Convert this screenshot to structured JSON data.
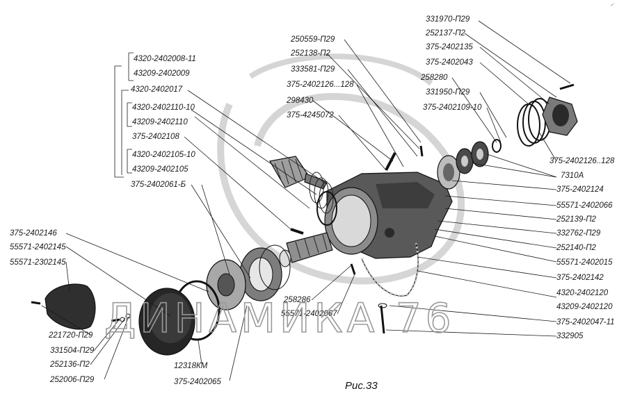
{
  "caption": "Рис.33",
  "watermark": "ДИНАМИКА 76",
  "corner_mark": "ᐟ˙",
  "labels": {
    "l_331970": "331970-П29",
    "l_252137": "252137-П2",
    "l_2402135": "375-2402135",
    "l_2402043": "375-2402043",
    "l_258280": "258280",
    "l_331950": "331950-П29",
    "l_2402109": "375-2402109-10",
    "l_250559": "250559-П29",
    "l_252138": "252138-П2",
    "l_333581": "333581-П29",
    "l_2402126_128": "375-2402126...128",
    "l_298430": "298430",
    "l_4245072": "375-4245072",
    "l_4320_2402008": "4320-2402008-11",
    "l_43209_2402009": "43209-2402009",
    "l_4320_2402017": "4320-2402017",
    "l_4320_2402110": "4320-2402110-10",
    "l_43209_2402110": "43209-2402110",
    "l_2402108": "375-2402108",
    "l_4320_2402105": "4320-2402105-10",
    "l_43209_2402105": "43209-2402105",
    "l_2402061": "375-2402061-Б",
    "r_2402126_128": "375-2402126..128",
    "r_7310A": "7310А",
    "r_2402124": "375-2402124",
    "r_55571_2402066": "55571-2402066",
    "r_252139": "252139-П2",
    "r_332762": "332762-П29",
    "r_252140": "252140-П2",
    "r_55571_2402015": "55571-2402015",
    "r_2402142": "375-2402142",
    "r_4320_2402120": "4320-2402120",
    "r_43209_2402120": "43209-2402120",
    "r_2402047": "375-2402047-11",
    "r_332905": "332905",
    "m_258286": "258286",
    "m_55571_2402067": "55571-2402067",
    "a_2402146": "375-2402146",
    "a_55571_2402145": "55571-2402145",
    "a_55571_2302145": "55571-2302145",
    "b_221720": "221720-П29",
    "b_331504": "331504-П29",
    "b_252136": "252136-П2",
    "b_252006": "252006-П29",
    "b_12318KM": "12318КМ",
    "b_2402065": "375-2402065"
  }
}
